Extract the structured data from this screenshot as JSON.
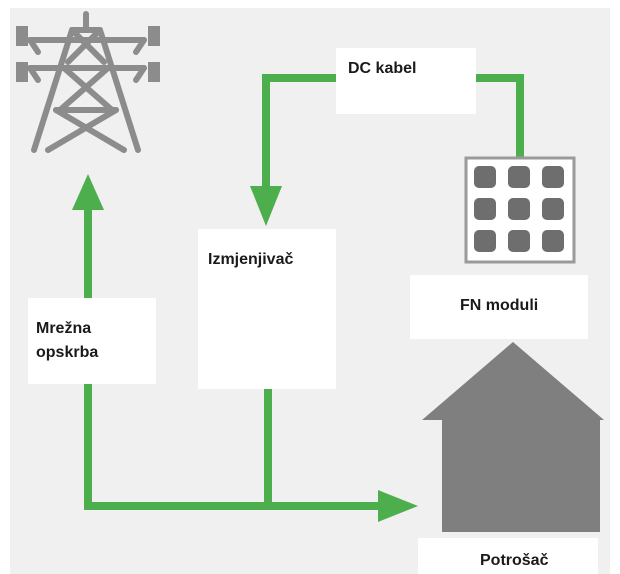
{
  "colors": {
    "background": "#f0f0f0",
    "label_box": "#ffffff",
    "flow_line": "#4cae4c",
    "tower": "#8c8c8c",
    "house": "#7f7f7f",
    "panel_frame": "#9a9a9a",
    "panel_cell": "#6e6e6e"
  },
  "icons": {
    "grid": "power-pylon-icon",
    "pv": "solar-panel-icon",
    "consumer": "house-icon"
  },
  "labels": {
    "dc_cable": "DC kabel",
    "inverter": "Izmjenjivač",
    "grid_line1": "Mrežna",
    "grid_line2": "opskrba",
    "pv_modules": "FN moduli",
    "consumer": "Potrošač"
  }
}
